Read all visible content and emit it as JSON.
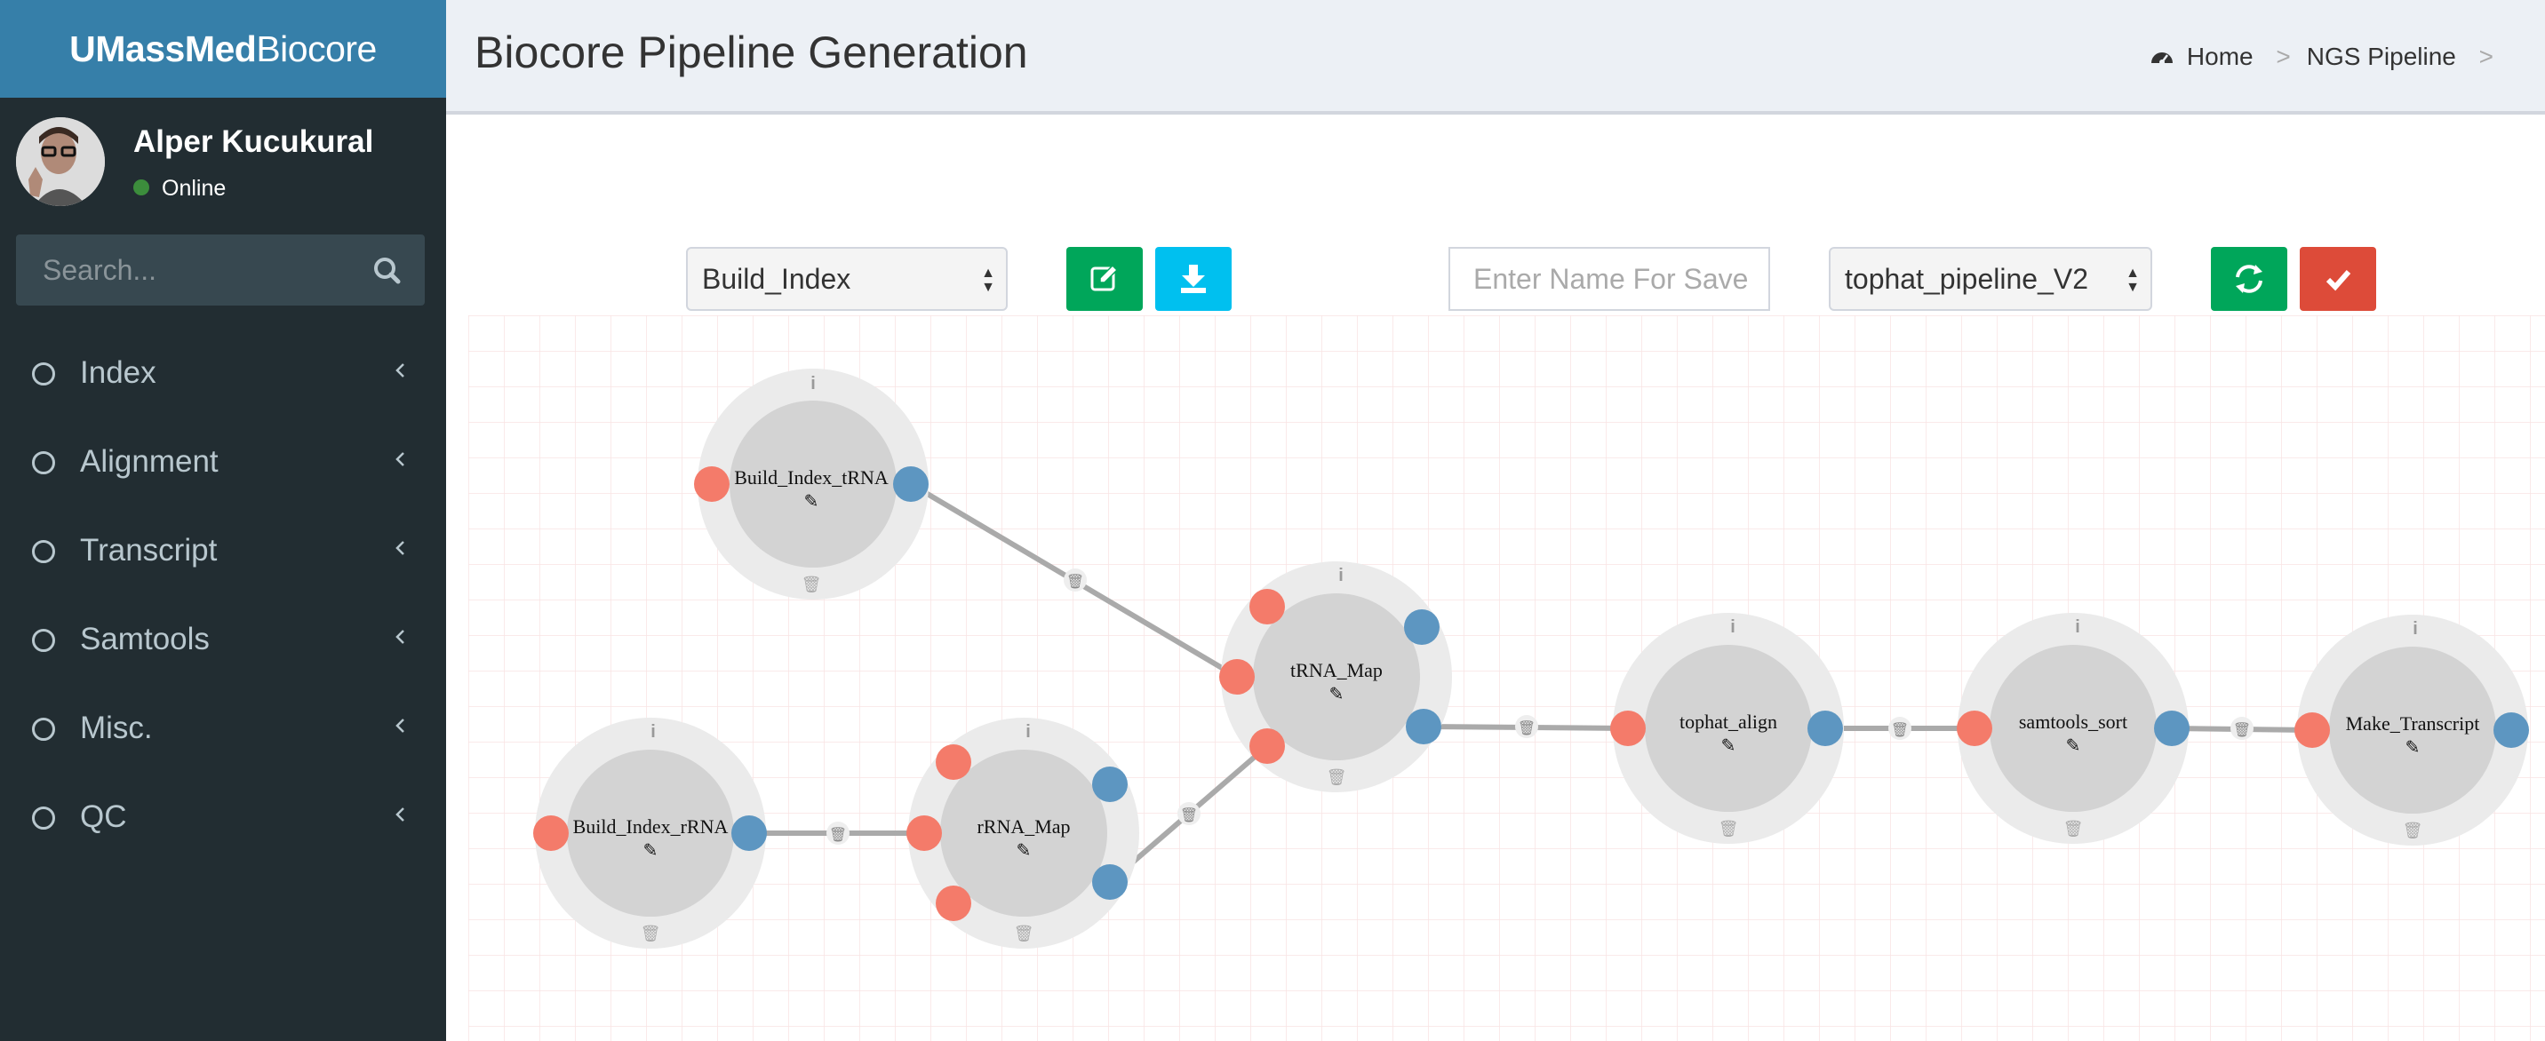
{
  "sidebar": {
    "logo_bold": "UMassMed",
    "logo_light": "Biocore",
    "user_name": "Alper Kucukural",
    "status": "Online",
    "search_placeholder": "Search...",
    "items": [
      {
        "label": "Index"
      },
      {
        "label": "Alignment"
      },
      {
        "label": "Transcript"
      },
      {
        "label": "Samtools"
      },
      {
        "label": "Misc."
      },
      {
        "label": "QC"
      }
    ]
  },
  "header": {
    "title": "Biocore Pipeline Generation",
    "breadcrumb": [
      "Home",
      "NGS Pipeline"
    ],
    "breadcrumb_icon": "dashboard-icon"
  },
  "toolbar": {
    "process_select_value": "Build_Index",
    "name_placeholder": "Enter Name For Save",
    "pipeline_select_value": "tophat_pipeline_V2"
  },
  "colors": {
    "input_port": "#f47b6a",
    "output_port": "#5d96c1",
    "edge": "#aaaaaa",
    "btn_green": "#00a65a",
    "btn_blue": "#00c0ef",
    "btn_red": "#dd4b39"
  },
  "pipeline": {
    "nodes": [
      {
        "id": "n1",
        "label": "Build_Index_tRNA"
      },
      {
        "id": "n2",
        "label": "Build_Index_rRNA"
      },
      {
        "id": "n3",
        "label": "rRNA_Map"
      },
      {
        "id": "n4",
        "label": "tRNA_Map"
      },
      {
        "id": "n5",
        "label": "tophat_align"
      },
      {
        "id": "n6",
        "label": "samtools_sort"
      },
      {
        "id": "n7",
        "label": "Make_Transcript"
      }
    ]
  }
}
